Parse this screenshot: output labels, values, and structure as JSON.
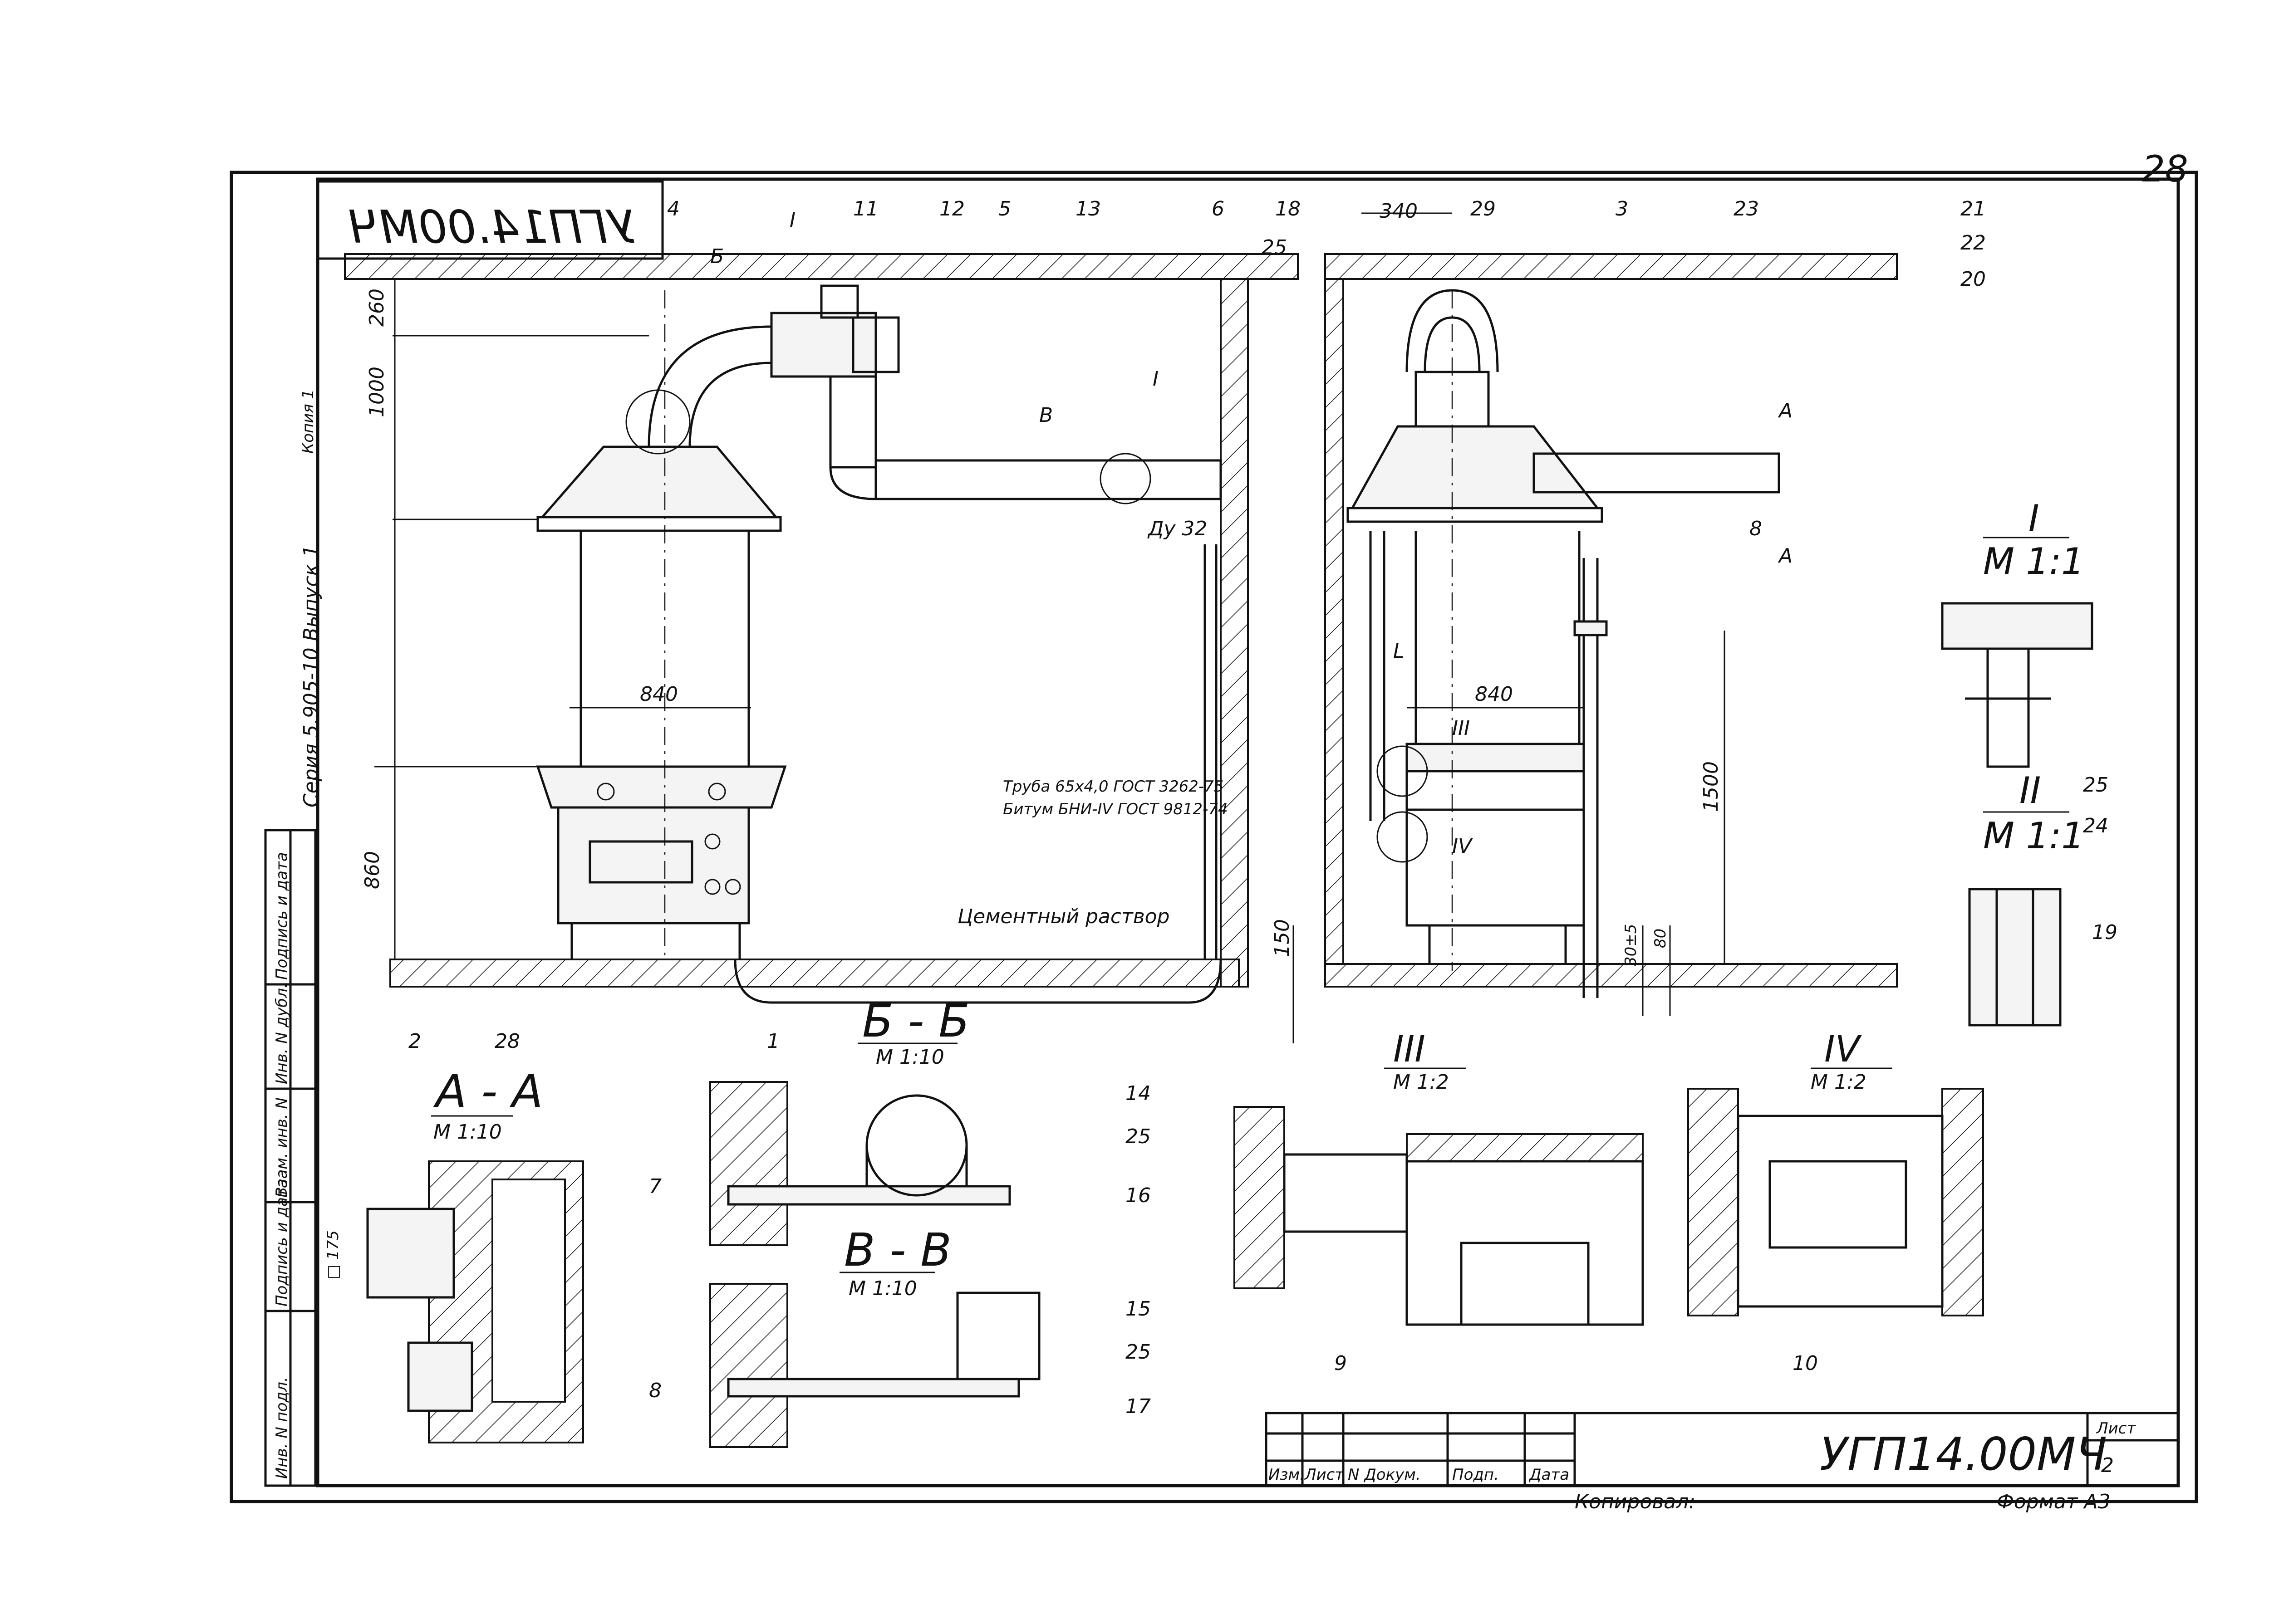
{
  "sheet": {
    "page_no": "28",
    "mirrored_code": "УГП14.00МЧ",
    "series_note": "Серия 5.905-10 Выпуск 1",
    "series_copy": "Копия 1",
    "copied": "Копировал:",
    "format": "Формат А3"
  },
  "title_block": {
    "code": "УГП14.00МЧ",
    "sheet_label": "Лист",
    "sheet_no": "2",
    "cols": [
      "Изм.",
      "Лист",
      "N Докум.",
      "Подп.",
      "Дата"
    ]
  },
  "left_strip": [
    "Инв. N подл.",
    "Подпись и дата",
    "Взам. инв. N",
    "Инв. N дубл.",
    "Подпись и дата"
  ],
  "main_view": {
    "dims": [
      "260",
      "1000",
      "840",
      "860",
      "150"
    ],
    "callouts": [
      "4",
      "Б",
      "I",
      "11",
      "12",
      "5",
      "13",
      "6",
      "18",
      "25",
      "В",
      "I",
      "2",
      "28",
      "1"
    ],
    "pipe_label": "Ду 32",
    "notes": [
      "Труба 65x4,0 ГОСТ 3262-75",
      "Битум БНИ-IV ГОСТ 9812-74"
    ],
    "cement": "Цементный раствор"
  },
  "side_view": {
    "dims": [
      "340",
      "840",
      "1500",
      "30±5",
      "80"
    ],
    "callouts": [
      "29",
      "3",
      "23",
      "21",
      "22",
      "20",
      "А",
      "А",
      "III",
      "IV",
      "L",
      "8"
    ]
  },
  "details": {
    "d1_title": "I",
    "d1_scale": "М 1:1",
    "d1_callouts": [
      "25",
      "24"
    ],
    "d2_title": "II",
    "d2_scale": "М 1:1",
    "d2_callouts": [
      "19"
    ],
    "d3_title": "III",
    "d3_scale": "М 1:2",
    "d3_callouts": [
      "9"
    ],
    "d4_title": "IV",
    "d4_scale": "М 1:2",
    "d4_callouts": [
      "10"
    ]
  },
  "sections": {
    "aa_title": "А - А",
    "aa_scale": "М 1:10",
    "aa_size": "□ 175",
    "aa_callouts": [
      "7",
      "8"
    ],
    "bb_title": "Б - Б",
    "bb_scale": "М 1:10",
    "bb_callouts": [
      "14",
      "25",
      "16"
    ],
    "vv_title": "В - В",
    "vv_scale": "М 1:10",
    "vv_callouts": [
      "15",
      "25",
      "17"
    ]
  }
}
